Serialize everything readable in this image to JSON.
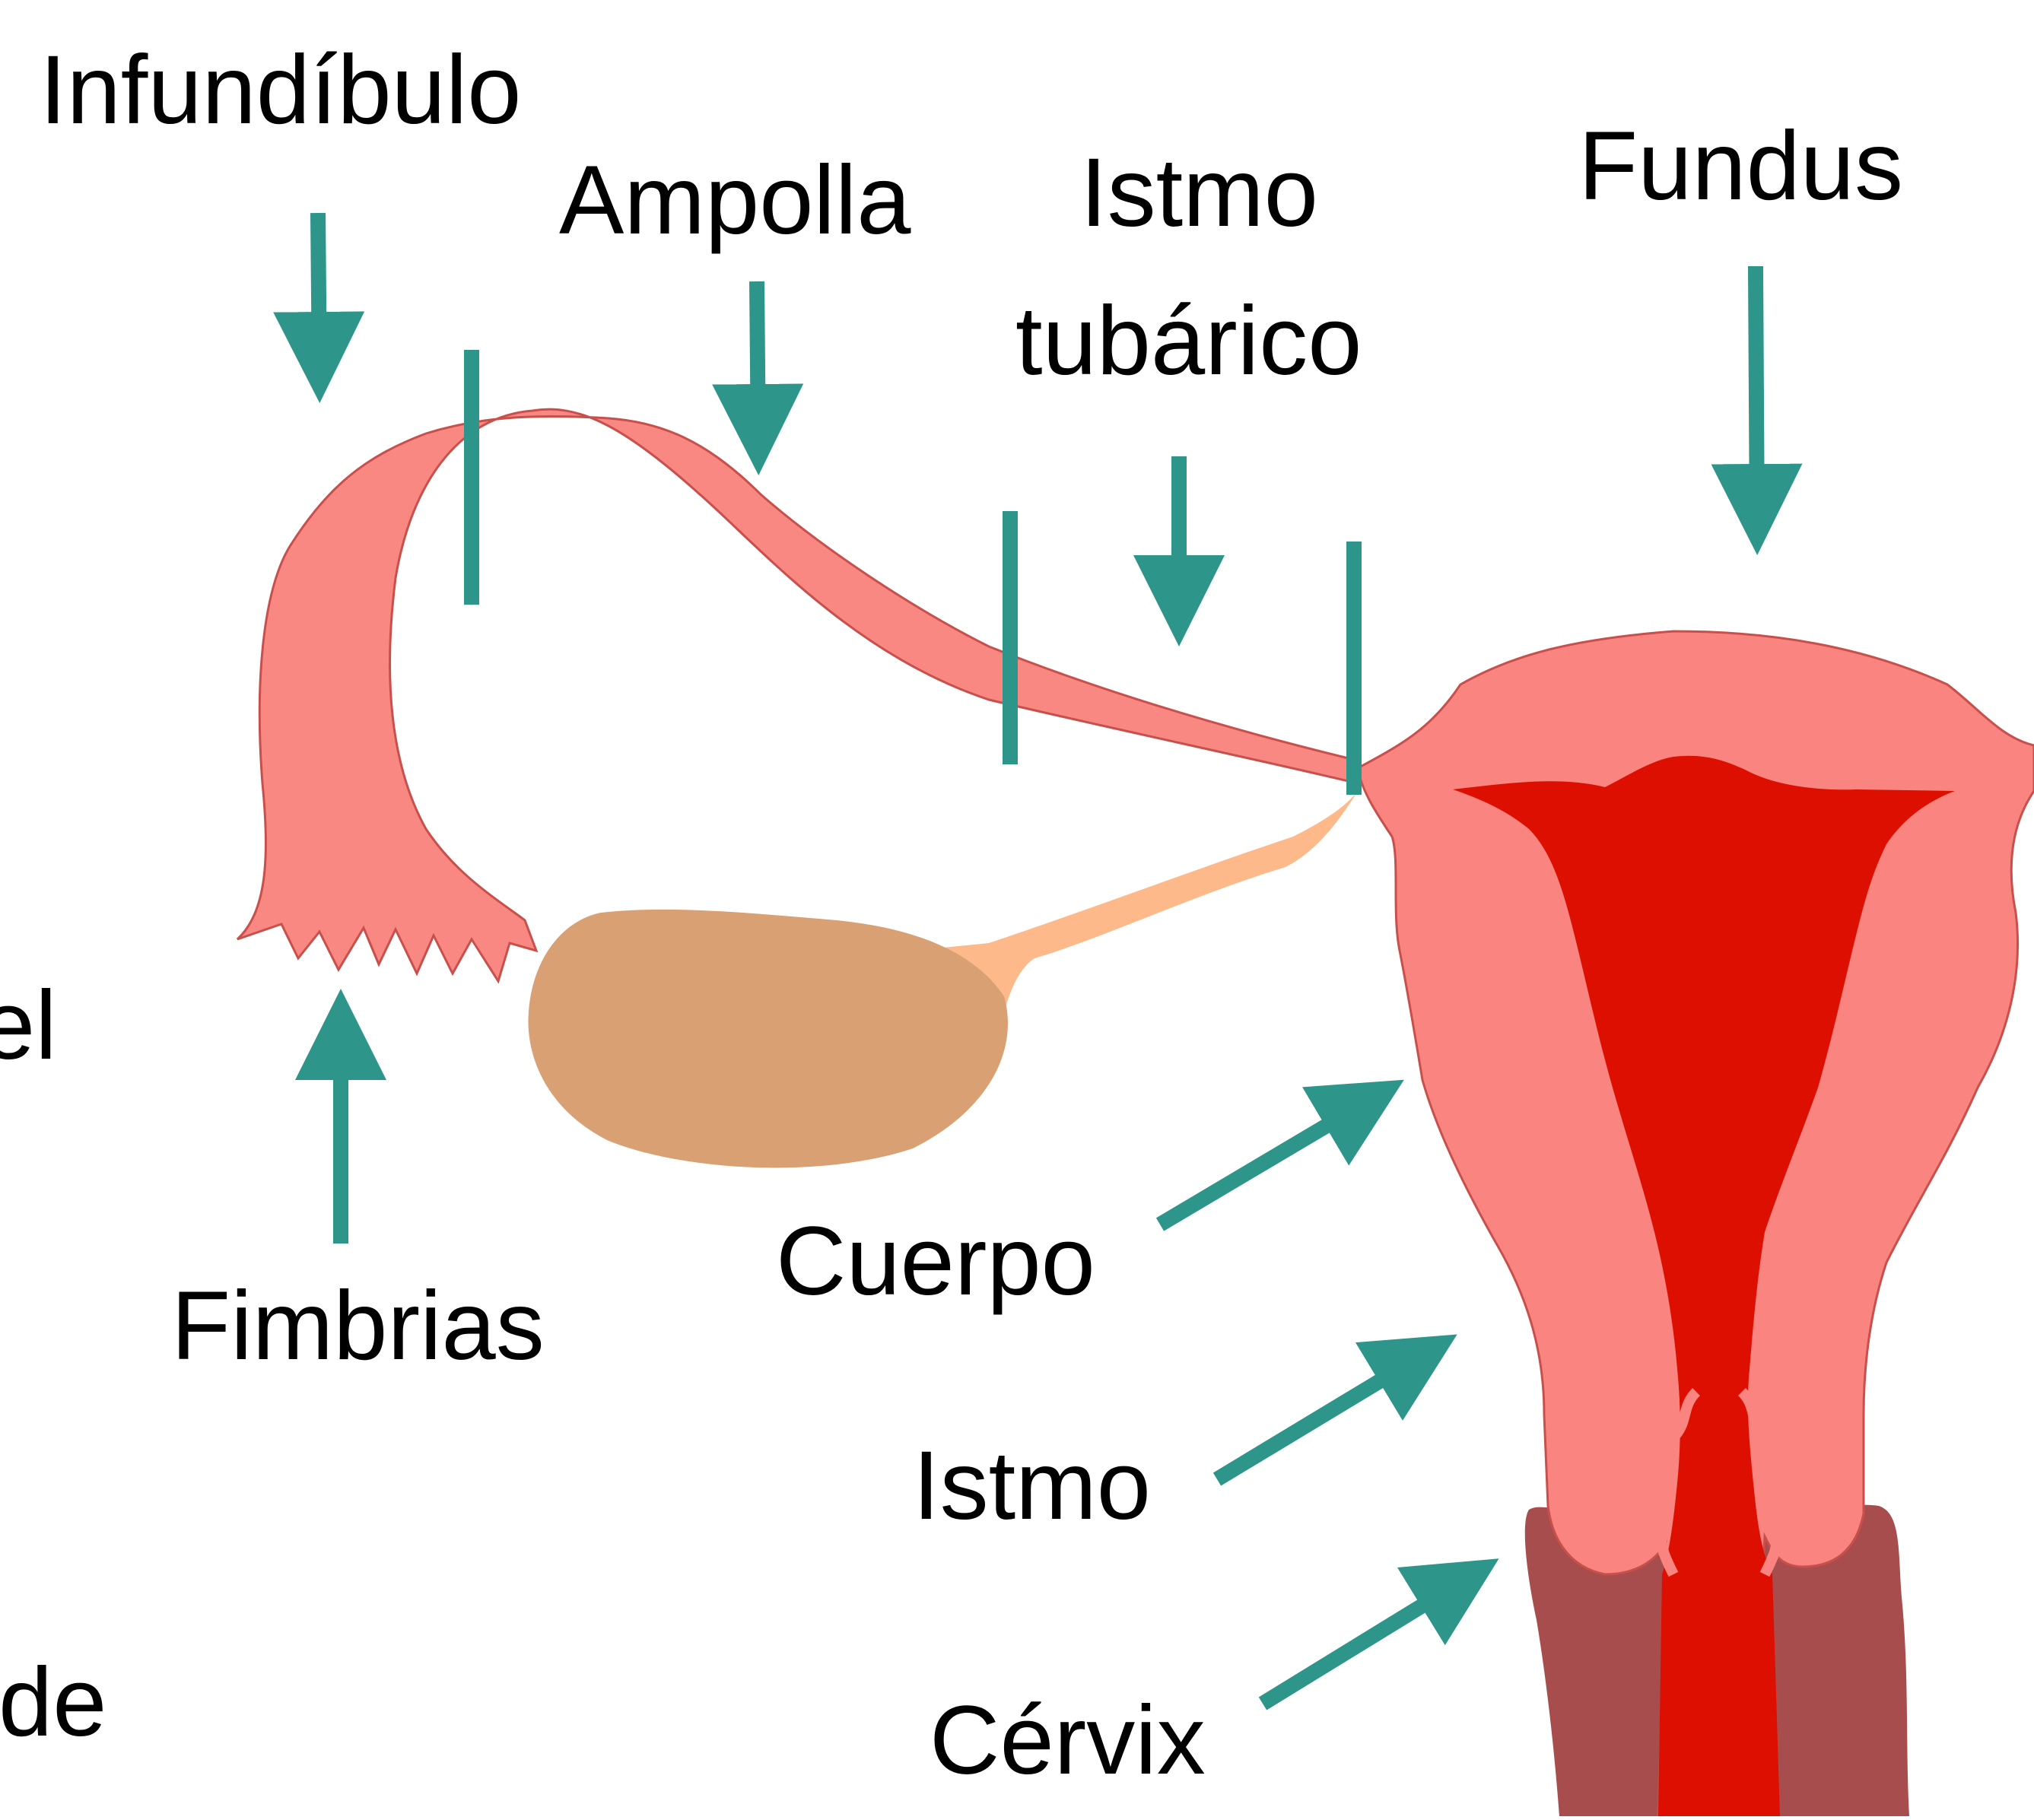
{
  "labels": {
    "infundibulo": "Infundíbulo",
    "ampolla": "Ampolla",
    "istmo_tubarico_line1": "Istmo",
    "istmo_tubarico_line2": "tubárico",
    "fundus": "Fundus",
    "fimbrias": "Fimbrias",
    "cuerpo": "Cuerpo",
    "istmo": "Istmo",
    "cervix": "Cérvix",
    "cut_el": "el",
    "cut_de": "de"
  },
  "colors": {
    "tube": "#FA8882",
    "tube_outline": "#C8504C",
    "uterine_wall": "#F98480",
    "uterine_cavity": "#DC0F00",
    "ovary": "#D9A073",
    "ovarian_ligament": "#FDB98A",
    "vaginal_wall": "#A84D4E",
    "arrow": "#2E958B"
  }
}
